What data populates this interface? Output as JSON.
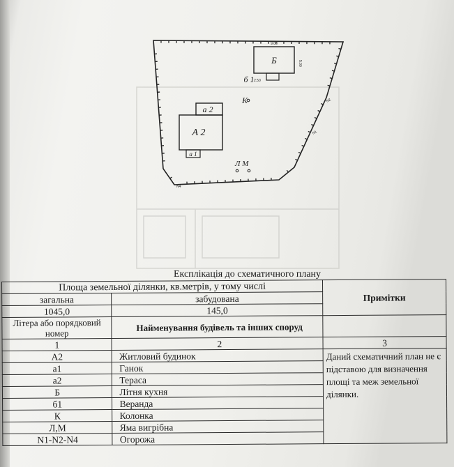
{
  "plan": {
    "labels": {
      "house": "А 2",
      "terrace": "а 2",
      "porch": "а 1",
      "kitchen": "Б",
      "veranda": "б 1",
      "well": "К",
      "pits": "Л  М",
      "dim_top": "9.00",
      "dim_right": "5.00",
      "dim_veranda": "2.50",
      "n2": "N2",
      "n1": "N1",
      "n4": "N4"
    }
  },
  "caption": "Експлікація до схематичного плану",
  "table": {
    "area_header": "Площа земельної ділянки, кв.метрів, у тому числі",
    "total_label": "загальна",
    "built_label": "забудована",
    "total_value": "1045,0",
    "built_value": "145,0",
    "notes_header": "Примітки",
    "letter_header": "Літера або порядковий номер",
    "name_header": "Найменування будівель та інших споруд",
    "col_nums": [
      "1",
      "2",
      "3"
    ],
    "rows": [
      {
        "letter": "А2",
        "name": "Житловий будинок"
      },
      {
        "letter": "а1",
        "name": "Ганок"
      },
      {
        "letter": "а2",
        "name": "Тераса"
      },
      {
        "letter": "Б",
        "name": "Літня кухня"
      },
      {
        "letter": "б1",
        "name": "Веранда"
      },
      {
        "letter": "К",
        "name": "Колонка"
      },
      {
        "letter": "Л,М",
        "name": "Яма вигрібна"
      },
      {
        "letter": "N1-N2-N4",
        "name": "Огорожа"
      }
    ],
    "note": "Даний схематичний план не є підставою для визначення площі та меж земельної ділянки."
  }
}
